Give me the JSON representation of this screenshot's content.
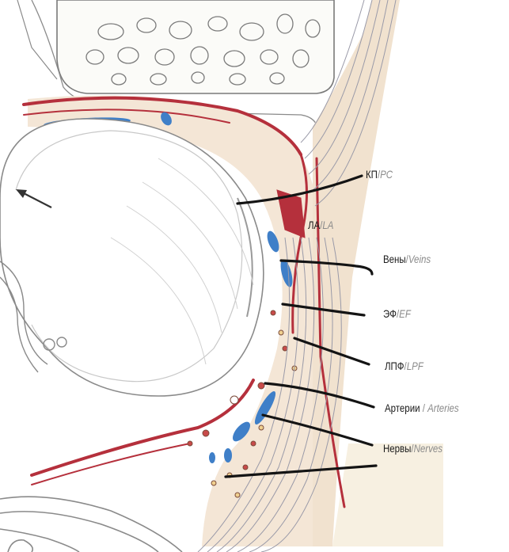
{
  "labels": {
    "pc": {
      "ru": "КП",
      "sep": "/",
      "en": "PC"
    },
    "la": {
      "ru": "ЛА",
      "sep": "/",
      "en": "LA"
    },
    "veins": {
      "ru": "Вены",
      "sep": "/",
      "en": "Veins"
    },
    "ef": {
      "ru": "ЭФ",
      "sep": "/",
      "en": "EF"
    },
    "lpf": {
      "ru": "ЛПФ",
      "sep": "/",
      "en": "LPF"
    },
    "arteries": {
      "ru": "Артерии",
      "sep": " / ",
      "en": "Arteries"
    },
    "nerves": {
      "ru": "Нервы",
      "sep": "/",
      "en": "Nerves"
    }
  },
  "colors": {
    "artery": "#b5303c",
    "vein": "#3f7fc8",
    "tissue": "#f3e4d4",
    "outline": "#6b6b6b",
    "leader": "#141414"
  }
}
